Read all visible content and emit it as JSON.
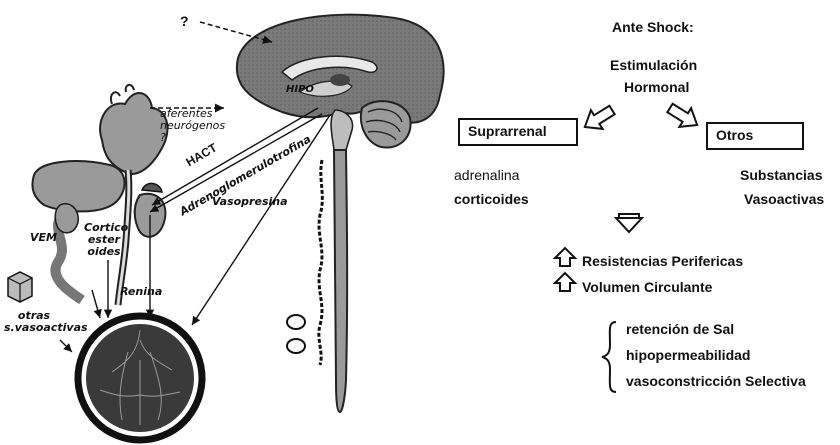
{
  "diagram": {
    "question_mark": "?",
    "aferentes": "aferentes neurógenos ?",
    "hipo": "HIPO",
    "hact": "HACT",
    "adreno": "Adrenoglomerulotrofina",
    "vasopresina": "Vasopresina",
    "vem": "VEM",
    "cortico": "Cortico ester oides",
    "renina": "Renina",
    "otras": "otras s.vasoactivas"
  },
  "right": {
    "ante_shock": "Ante Shock:",
    "estimulacion": "Estimulación",
    "hormonal": "Hormonal",
    "suprarrenal": "Suprarrenal",
    "otros": "Otros",
    "adrenalina": "adrenalina",
    "corticoides": "corticoides",
    "substancias": "Substancias",
    "vasoactivas": "Vasoactivas",
    "resistencias": "Resistencias Perifericas",
    "volumen": "Volumen Circulante",
    "retencion": "retención de Sal",
    "hipoperm": "hipopermeabilidad",
    "vasocons": "vasoconstricción Selectiva"
  }
}
